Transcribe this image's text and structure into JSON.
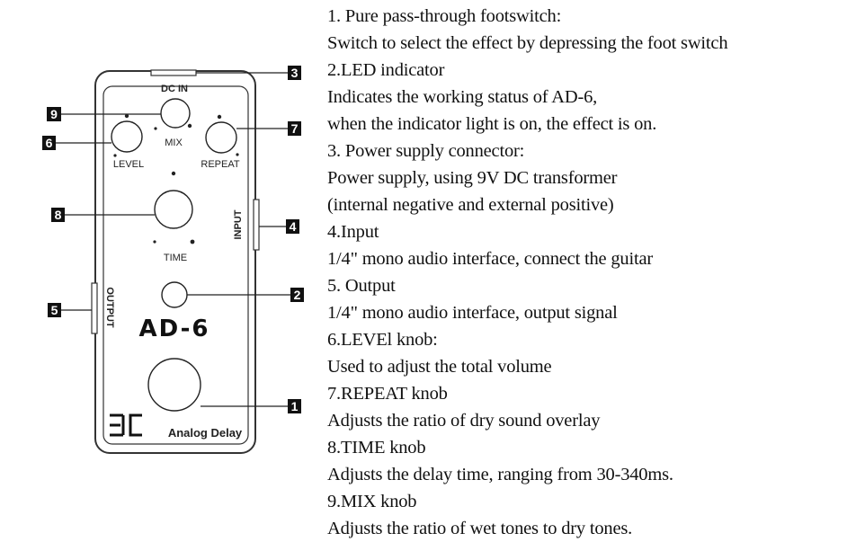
{
  "pedal": {
    "model": "AD-6",
    "subtitle": "Analog Delay",
    "brand_logo": "EC",
    "labels": {
      "dc_in": "DC IN",
      "mix": "MIX",
      "level": "LEVEL",
      "repeat": "REPEAT",
      "time": "TIME",
      "input": "INPUT",
      "output": "OUTPUT"
    }
  },
  "callouts": [
    "1",
    "2",
    "3",
    "4",
    "5",
    "6",
    "7",
    "8",
    "9"
  ],
  "description_lines": [
    "1. Pure pass-through footswitch:",
    "Switch to select the effect by depressing the foot switch",
    "2.LED indicator",
    "Indicates the working status of AD-6,",
    "when the indicator light is on, the effect is on.",
    "3. Power supply connector:",
    "Power supply, using 9V DC transformer",
    "(internal negative and external positive)",
    "4.Input",
    "1/4\" mono audio interface, connect the guitar",
    "5. Output",
    "1/4\" mono audio interface, output signal",
    "6.LEVEl knob:",
    "Used to adjust the total volume",
    "7.REPEAT knob",
    "Adjusts the ratio of dry sound overlay",
    "8.TIME knob",
    "Adjusts the delay time, ranging from 30-340ms.",
    "9.MIX knob",
    "Adjusts the ratio of wet tones to dry tones."
  ]
}
